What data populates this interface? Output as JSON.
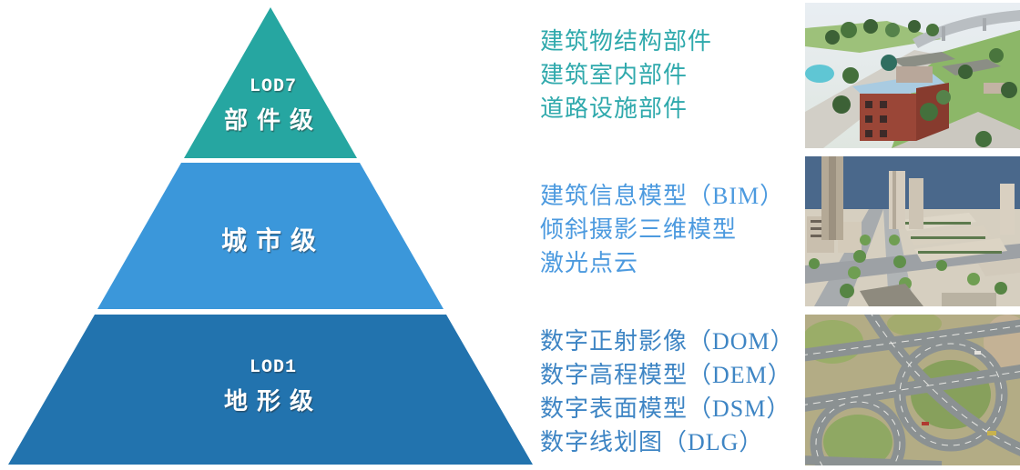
{
  "pyramid": {
    "levels": [
      {
        "code": "LOD7",
        "name": "部件级",
        "fill": "#26A6A1",
        "text_color": "#2FA9AC",
        "items": [
          "建筑物结构部件",
          "建筑室内部件",
          "道路设施部件"
        ]
      },
      {
        "code": "",
        "name": "城市级",
        "fill": "#3B97DA",
        "text_color": "#4C9ADF",
        "items": [
          "建筑信息模型（BIM）",
          "倾斜摄影三维模型",
          "激光点云"
        ]
      },
      {
        "code": "LOD1",
        "name": "地形级",
        "fill": "#2273AE",
        "text_color": "#3E85C4",
        "items": [
          "数字正射影像（DOM）",
          "数字高程模型（DEM）",
          "数字表面模型（DSM）",
          "数字线划图（DLG）"
        ]
      }
    ]
  },
  "photos": [
    {
      "name": "component-level-3d-model"
    },
    {
      "name": "city-level-oblique-model"
    },
    {
      "name": "terrain-level-orthophoto"
    }
  ]
}
